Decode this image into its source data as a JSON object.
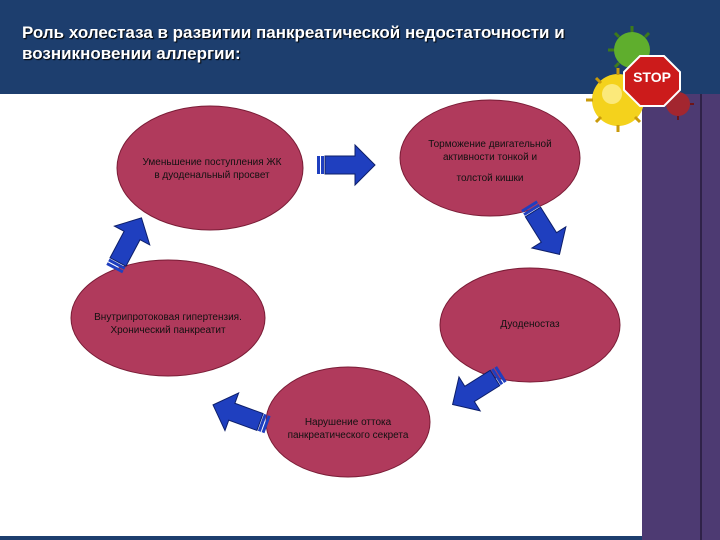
{
  "slide": {
    "title": "Роль холестаза в развитии панкреатической недостаточности и возникновении аллергии:",
    "stop_sign": "STOP"
  },
  "diagram": {
    "nodes": [
      {
        "id": "n1",
        "lines": [
          "Уменьшение поступления ЖК",
          "в дуоденальный просвет"
        ]
      },
      {
        "id": "n2",
        "lines": [
          "Торможение двигательной",
          "активности тонкой и",
          "толстой кишки"
        ]
      },
      {
        "id": "n3",
        "lines": [
          "Дуоденостаз"
        ]
      },
      {
        "id": "n4",
        "lines": [
          "Нарушение оттока",
          "панкреатического секрета"
        ]
      },
      {
        "id": "n5",
        "lines": [
          "Внутрипротоковая гипертензия.",
          "Хронический панкреатит"
        ]
      }
    ]
  },
  "colors": {
    "header": "#1d3e6e",
    "ellipse_fill": "#b03a5c",
    "arrow_fill": "#1f3fbf",
    "sidebar": "#4d3a72",
    "stop": "#cc1b1b"
  }
}
